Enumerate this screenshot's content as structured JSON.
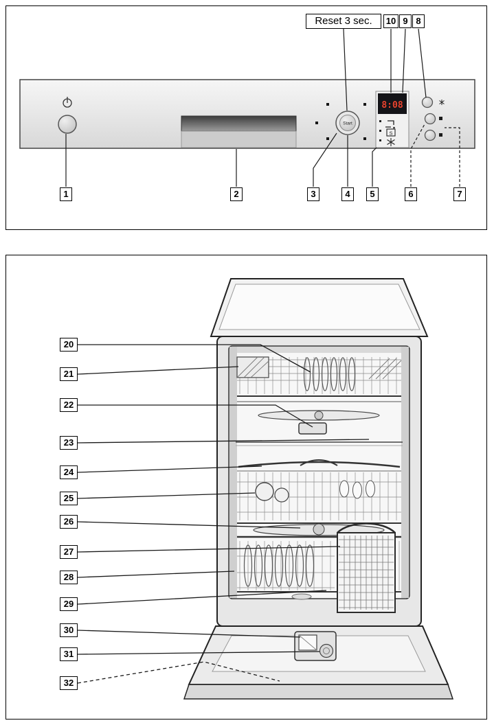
{
  "figure_controls": {
    "reset_label": "Reset 3 sec.",
    "top_callouts": [
      "10",
      "9",
      "8"
    ],
    "bottom_callouts": [
      "1",
      "2",
      "3",
      "4",
      "5",
      "6",
      "7"
    ],
    "start_button_label": "Start",
    "display_value": "8:08",
    "salt_indicator_letter": "S",
    "icons": [
      "power-icon",
      "water-tap-icon",
      "salt-refill-icon",
      "rinse-aid-icon",
      "delay-timer-icon"
    ],
    "colors": {
      "display_bg": "#141418",
      "display_digits": "#e8432e",
      "panel_fill": "#e9e9e9",
      "line": "#1a1a1a"
    }
  },
  "figure_interior": {
    "callouts": [
      "20",
      "21",
      "22",
      "23",
      "24",
      "25",
      "26",
      "27",
      "28",
      "29",
      "30",
      "31",
      "32"
    ]
  }
}
